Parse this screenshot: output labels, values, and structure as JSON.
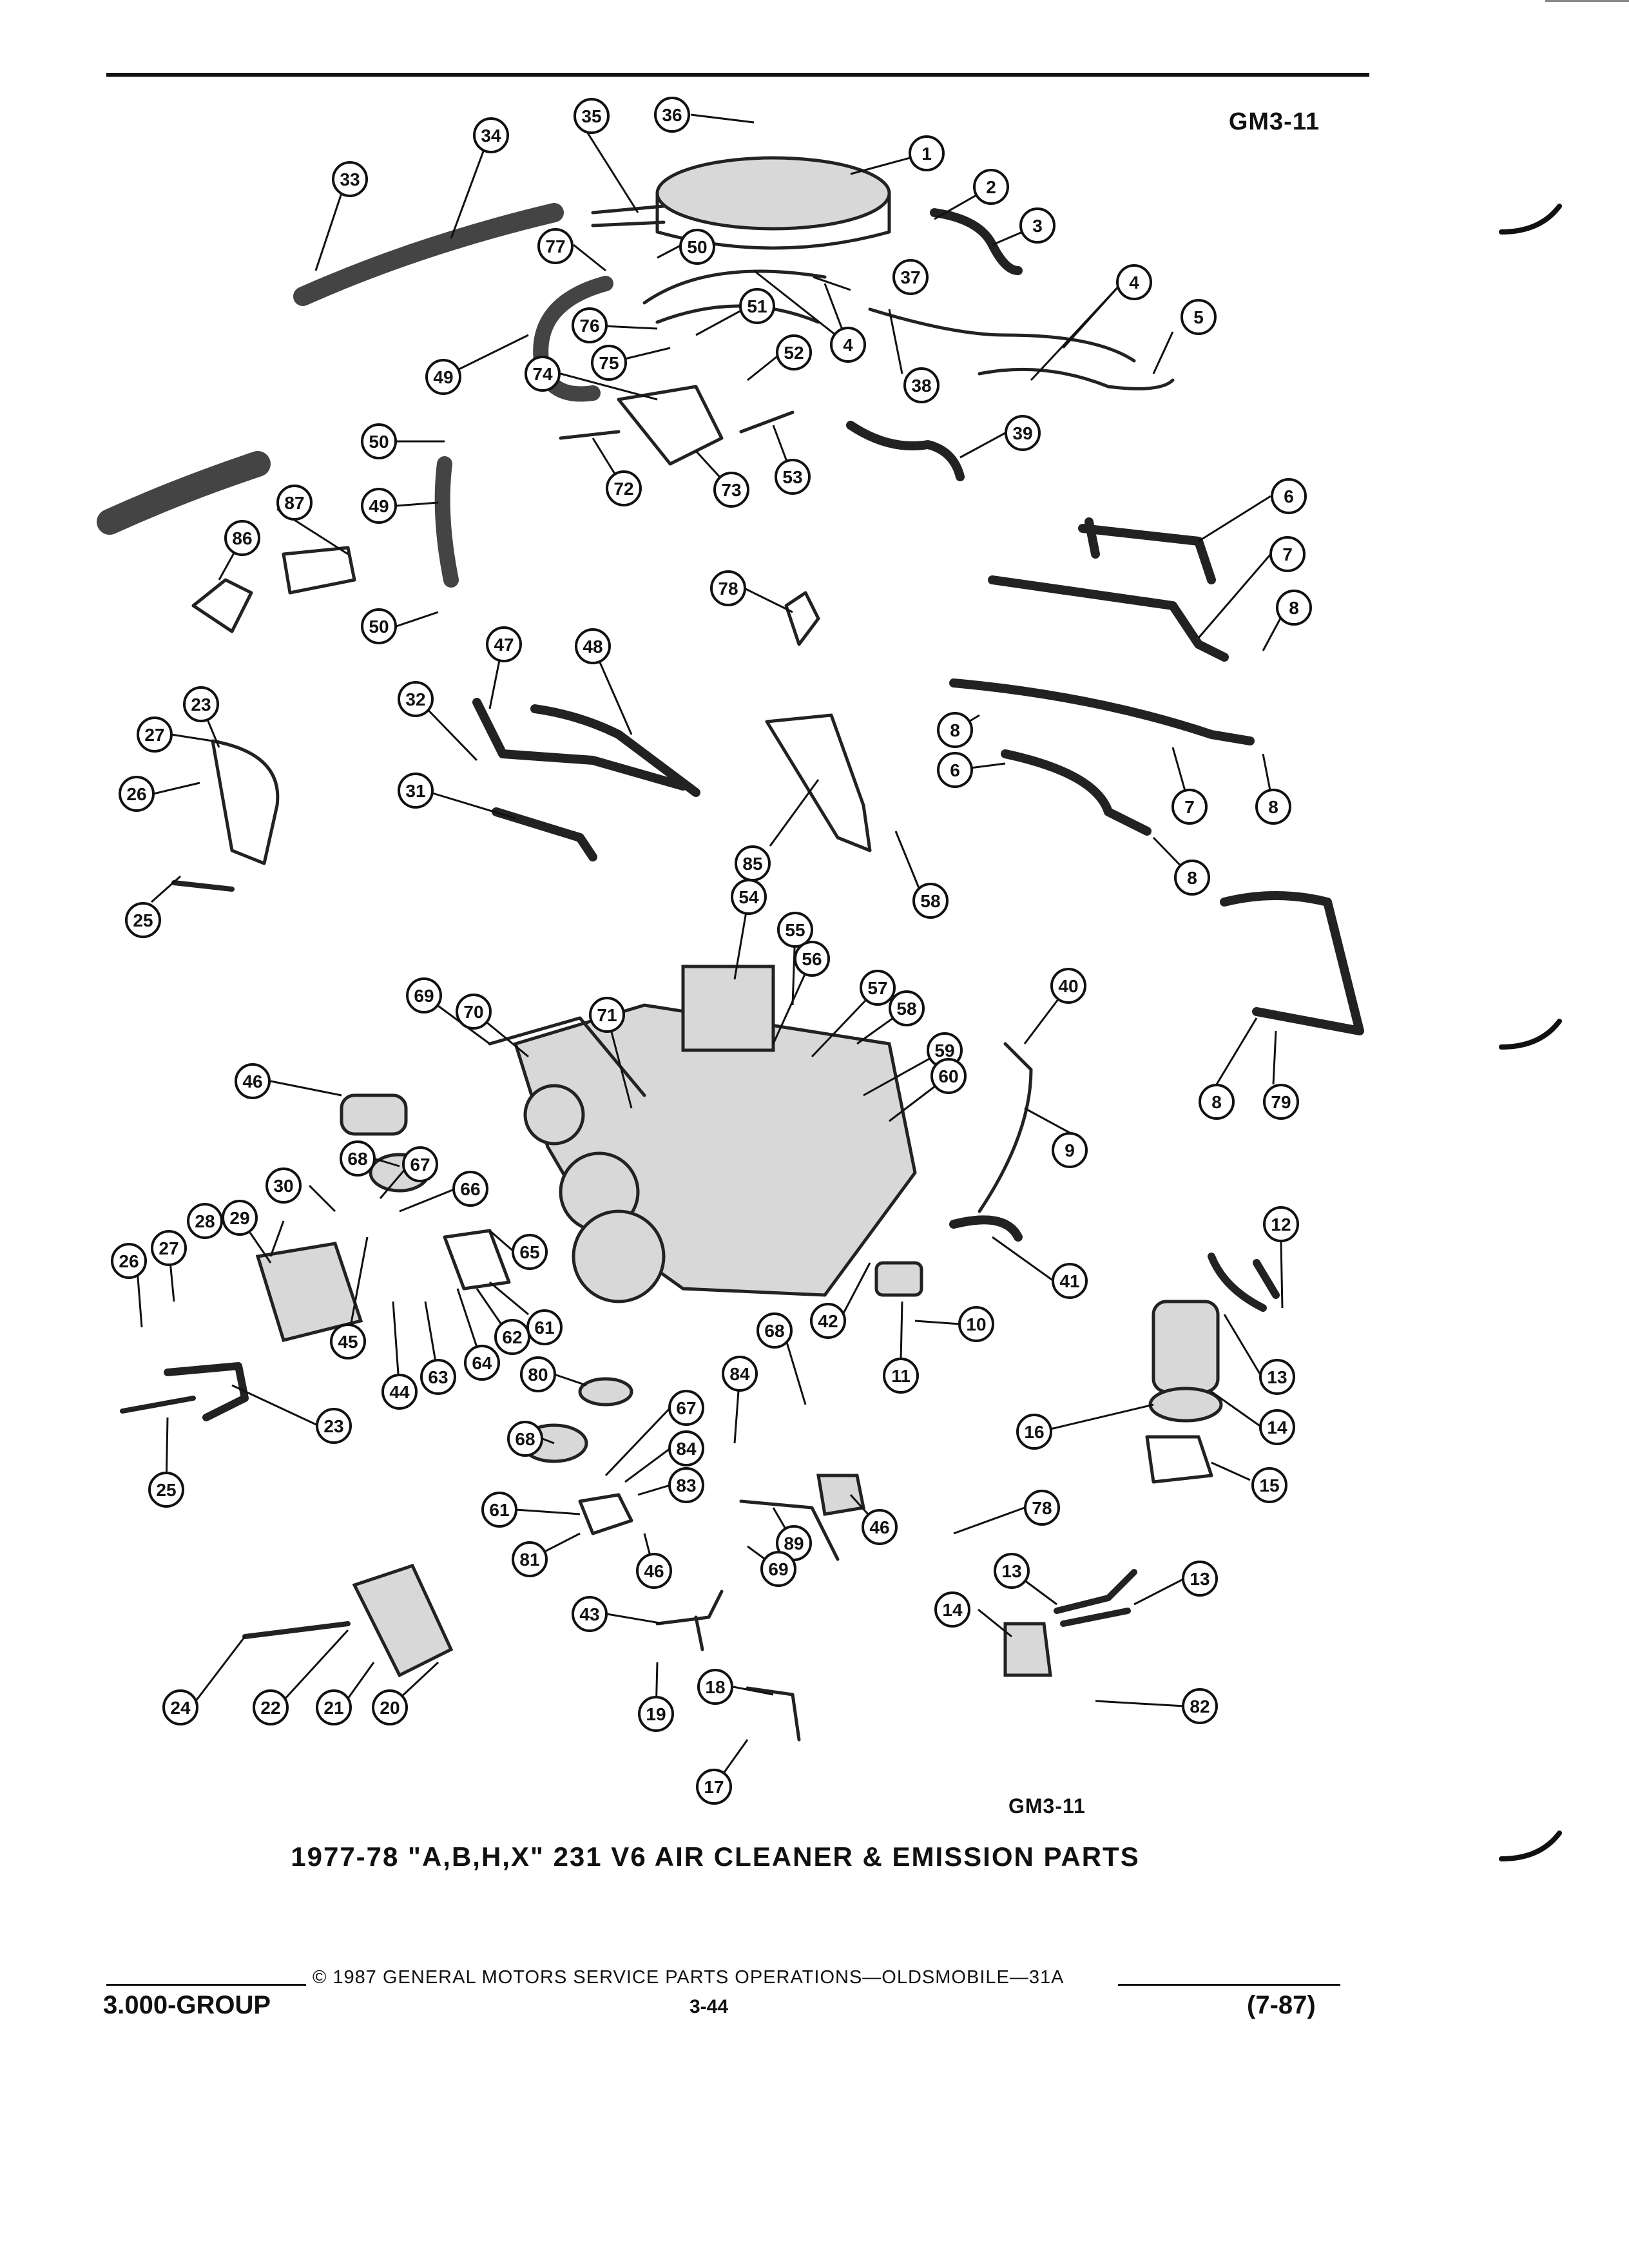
{
  "header": {
    "code_top": "GM3-11"
  },
  "figure": {
    "code_bottom": "GM3-11",
    "caption": "1977-78 \"A,B,H,X\" 231 V6 AIR CLEANER & EMISSION PARTS"
  },
  "footer": {
    "copyright": "© 1987 GENERAL MOTORS SERVICE PARTS OPERATIONS—OLDSMOBILE—31A",
    "group": "3.000-GROUP",
    "page": "3-44",
    "date_code": "(7-87)"
  },
  "callouts": [
    {
      "label": "1"
    },
    {
      "label": "2"
    },
    {
      "label": "3"
    },
    {
      "label": "4"
    },
    {
      "label": "4"
    },
    {
      "label": "5"
    },
    {
      "label": "33"
    },
    {
      "label": "34"
    },
    {
      "label": "35"
    },
    {
      "label": "36"
    },
    {
      "label": "77"
    },
    {
      "label": "50"
    },
    {
      "label": "37"
    },
    {
      "label": "38"
    },
    {
      "label": "49"
    },
    {
      "label": "76"
    },
    {
      "label": "75"
    },
    {
      "label": "51"
    },
    {
      "label": "52"
    },
    {
      "label": "74"
    },
    {
      "label": "72"
    },
    {
      "label": "73"
    },
    {
      "label": "53"
    },
    {
      "label": "39"
    },
    {
      "label": "50"
    },
    {
      "label": "49"
    },
    {
      "label": "50"
    },
    {
      "label": "87"
    },
    {
      "label": "86"
    },
    {
      "label": "6"
    },
    {
      "label": "7"
    },
    {
      "label": "8"
    },
    {
      "label": "78"
    },
    {
      "label": "23"
    },
    {
      "label": "27"
    },
    {
      "label": "26"
    },
    {
      "label": "25"
    },
    {
      "label": "47"
    },
    {
      "label": "48"
    },
    {
      "label": "32"
    },
    {
      "label": "31"
    },
    {
      "label": "85"
    },
    {
      "label": "58"
    },
    {
      "label": "8"
    },
    {
      "label": "6"
    },
    {
      "label": "7"
    },
    {
      "label": "8"
    },
    {
      "label": "8"
    },
    {
      "label": "54"
    },
    {
      "label": "55"
    },
    {
      "label": "56"
    },
    {
      "label": "57"
    },
    {
      "label": "58"
    },
    {
      "label": "59"
    },
    {
      "label": "60"
    },
    {
      "label": "69"
    },
    {
      "label": "70"
    },
    {
      "label": "71"
    },
    {
      "label": "40"
    },
    {
      "label": "9"
    },
    {
      "label": "8"
    },
    {
      "label": "79"
    },
    {
      "label": "46"
    },
    {
      "label": "68"
    },
    {
      "label": "67"
    },
    {
      "label": "29"
    },
    {
      "label": "30"
    },
    {
      "label": "66"
    },
    {
      "label": "65"
    },
    {
      "label": "28"
    },
    {
      "label": "26"
    },
    {
      "label": "27"
    },
    {
      "label": "45"
    },
    {
      "label": "44"
    },
    {
      "label": "63"
    },
    {
      "label": "64"
    },
    {
      "label": "62"
    },
    {
      "label": "61"
    },
    {
      "label": "23"
    },
    {
      "label": "25"
    },
    {
      "label": "41"
    },
    {
      "label": "42"
    },
    {
      "label": "68"
    },
    {
      "label": "10"
    },
    {
      "label": "11"
    },
    {
      "label": "12"
    },
    {
      "label": "13"
    },
    {
      "label": "14"
    },
    {
      "label": "16"
    },
    {
      "label": "15"
    },
    {
      "label": "80"
    },
    {
      "label": "84"
    },
    {
      "label": "67"
    },
    {
      "label": "68"
    },
    {
      "label": "84"
    },
    {
      "label": "83"
    },
    {
      "label": "61"
    },
    {
      "label": "81"
    },
    {
      "label": "46"
    },
    {
      "label": "89"
    },
    {
      "label": "46"
    },
    {
      "label": "69"
    },
    {
      "label": "78"
    },
    {
      "label": "13"
    },
    {
      "label": "13"
    },
    {
      "label": "14"
    },
    {
      "label": "82"
    },
    {
      "label": "43"
    },
    {
      "label": "19"
    },
    {
      "label": "18"
    },
    {
      "label": "17"
    },
    {
      "label": "24"
    },
    {
      "label": "22"
    },
    {
      "label": "21"
    },
    {
      "label": "20"
    }
  ]
}
